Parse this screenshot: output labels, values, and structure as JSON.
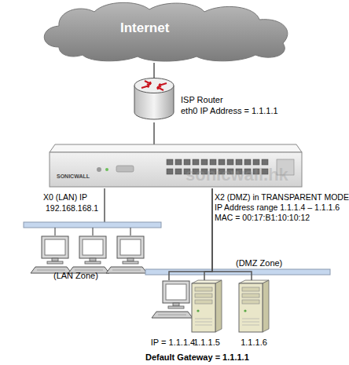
{
  "diagram": {
    "nodes": [
      {
        "text": [
          "Internet"
        ]
      },
      {
        "text": [
          "ISP Router",
          "eth0 IP Address = 1.1.1.1"
        ]
      },
      {
        "text": [
          "SONICWALL"
        ]
      },
      {
        "text": [
          "IP = 1.1.1.4"
        ]
      },
      {
        "text": [
          "1.1.1.5"
        ]
      },
      {
        "text": [
          "1.1.1.6"
        ]
      }
    ],
    "edges": [
      {
        "from": 0,
        "to": 1,
        "arrow": "none"
      },
      {
        "from": 1,
        "to": 2,
        "arrow": "none"
      },
      {
        "from": 2,
        "to": 3,
        "arrow": "none"
      },
      {
        "from": 2,
        "to": 4,
        "arrow": "none"
      },
      {
        "from": 2,
        "to": 5,
        "arrow": "none"
      }
    ],
    "labels": [
      "X0 (LAN) IP",
      "192.168.168.1",
      "X2 (DMZ) in TRANSPARENT MODE",
      "IP Address range 1.1.1.4 – 1.1.1.6",
      "MAC = 00:17:B1:10:10:12",
      "(LAN Zone)",
      "(DMZ Zone)",
      "Default Gateway = 1.1.1.1",
      "sonicwall.hk"
    ]
  }
}
